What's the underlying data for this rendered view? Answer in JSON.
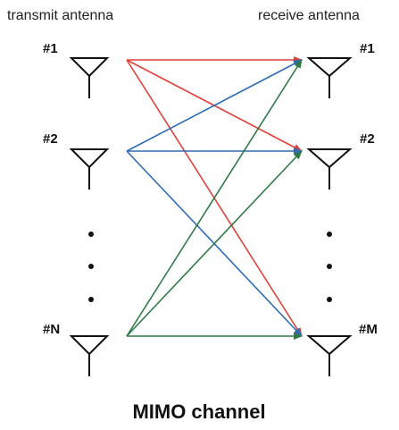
{
  "headers": {
    "transmit": "transmit antenna",
    "receive": "receive antenna"
  },
  "caption": "MIMO channel",
  "transmit_antennas": [
    "#1",
    "#2",
    "#N"
  ],
  "receive_antennas": [
    "#1",
    "#2",
    "#M"
  ],
  "ellipsis_dot_count": 3,
  "colors": {
    "from_tx1": "#e0413a",
    "from_tx2": "#2e6db4",
    "from_txN": "#2f7a45",
    "antenna": "#111111"
  },
  "icons": {
    "antenna": "antenna-icon",
    "ellipsis": "vertical-ellipsis-icon"
  },
  "links": [
    {
      "from": "#1",
      "to": "#1",
      "color_key": "from_tx1"
    },
    {
      "from": "#1",
      "to": "#2",
      "color_key": "from_tx1"
    },
    {
      "from": "#1",
      "to": "#M",
      "color_key": "from_tx1"
    },
    {
      "from": "#2",
      "to": "#1",
      "color_key": "from_tx2"
    },
    {
      "from": "#2",
      "to": "#2",
      "color_key": "from_tx2"
    },
    {
      "from": "#2",
      "to": "#M",
      "color_key": "from_tx2"
    },
    {
      "from": "#N",
      "to": "#1",
      "color_key": "from_txN"
    },
    {
      "from": "#N",
      "to": "#2",
      "color_key": "from_txN"
    },
    {
      "from": "#N",
      "to": "#M",
      "color_key": "from_txN"
    }
  ]
}
